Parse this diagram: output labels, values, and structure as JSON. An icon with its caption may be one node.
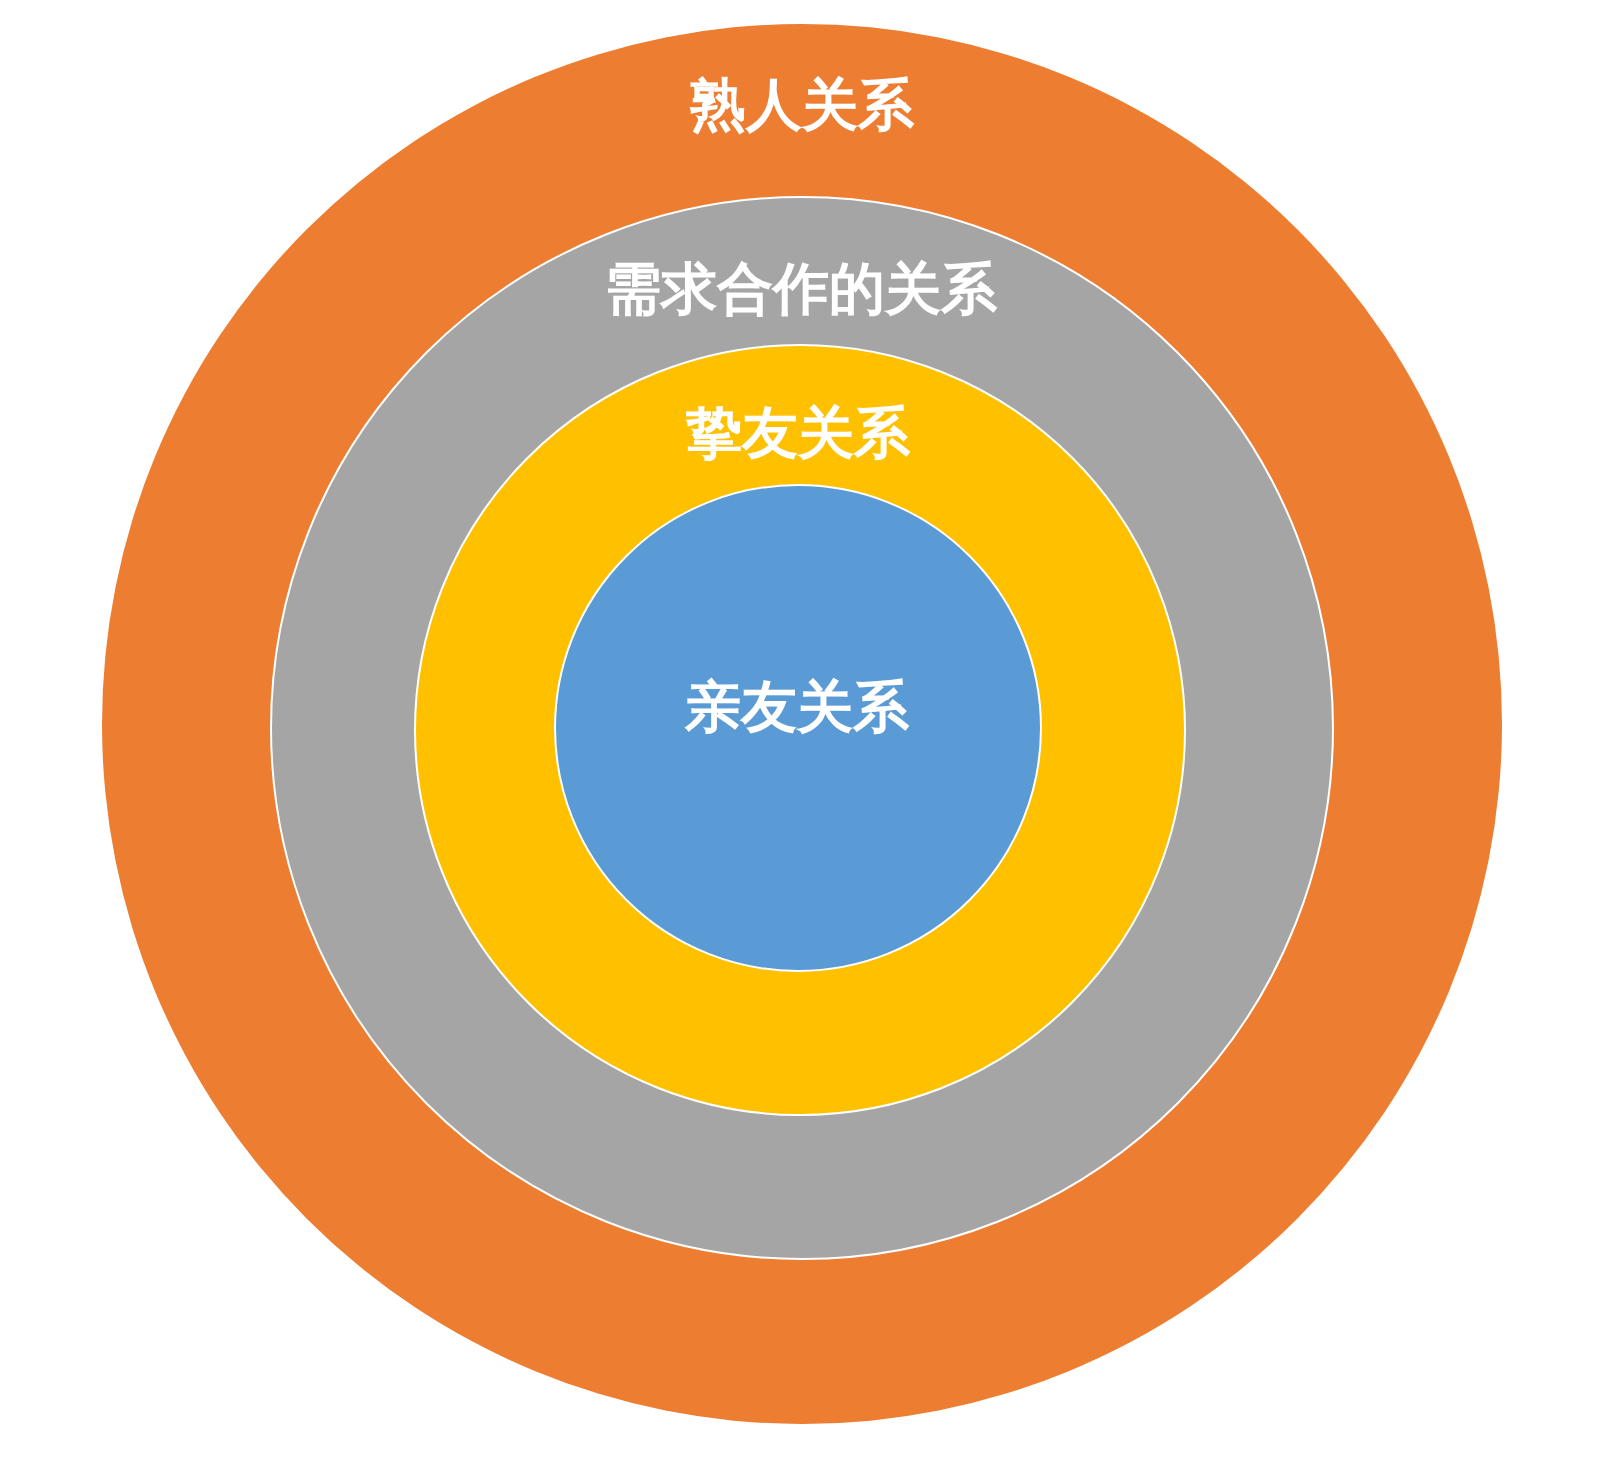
{
  "diagram": {
    "nodes": [
      {
        "text": [
          "熟人关系"
        ]
      },
      {
        "text": [
          "需求合作的关系"
        ],
        "in": 0
      },
      {
        "text": [
          "挚友关系"
        ],
        "in": 1
      },
      {
        "text": [
          "亲友关系"
        ],
        "in": 2
      }
    ]
  }
}
